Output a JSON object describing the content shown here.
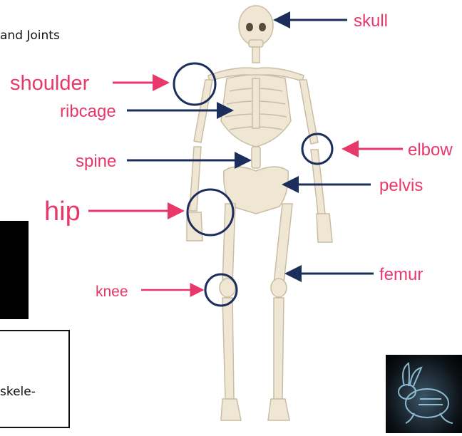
{
  "title": "and Joints",
  "box_text": "skele-",
  "labels": {
    "skull": "skull",
    "shoulder": "shoulder",
    "ribcage": "ribcage",
    "elbow": "elbow",
    "spine": "spine",
    "pelvis": "pelvis",
    "hip": "hip",
    "femur": "femur",
    "knee": "knee"
  },
  "colors": {
    "label_text": "#e8386b",
    "pink_arrow": "#e8386b",
    "navy_arrow": "#1c2e5c",
    "joint_circle": "#1c2e5c",
    "bone": "#efe6d3"
  }
}
